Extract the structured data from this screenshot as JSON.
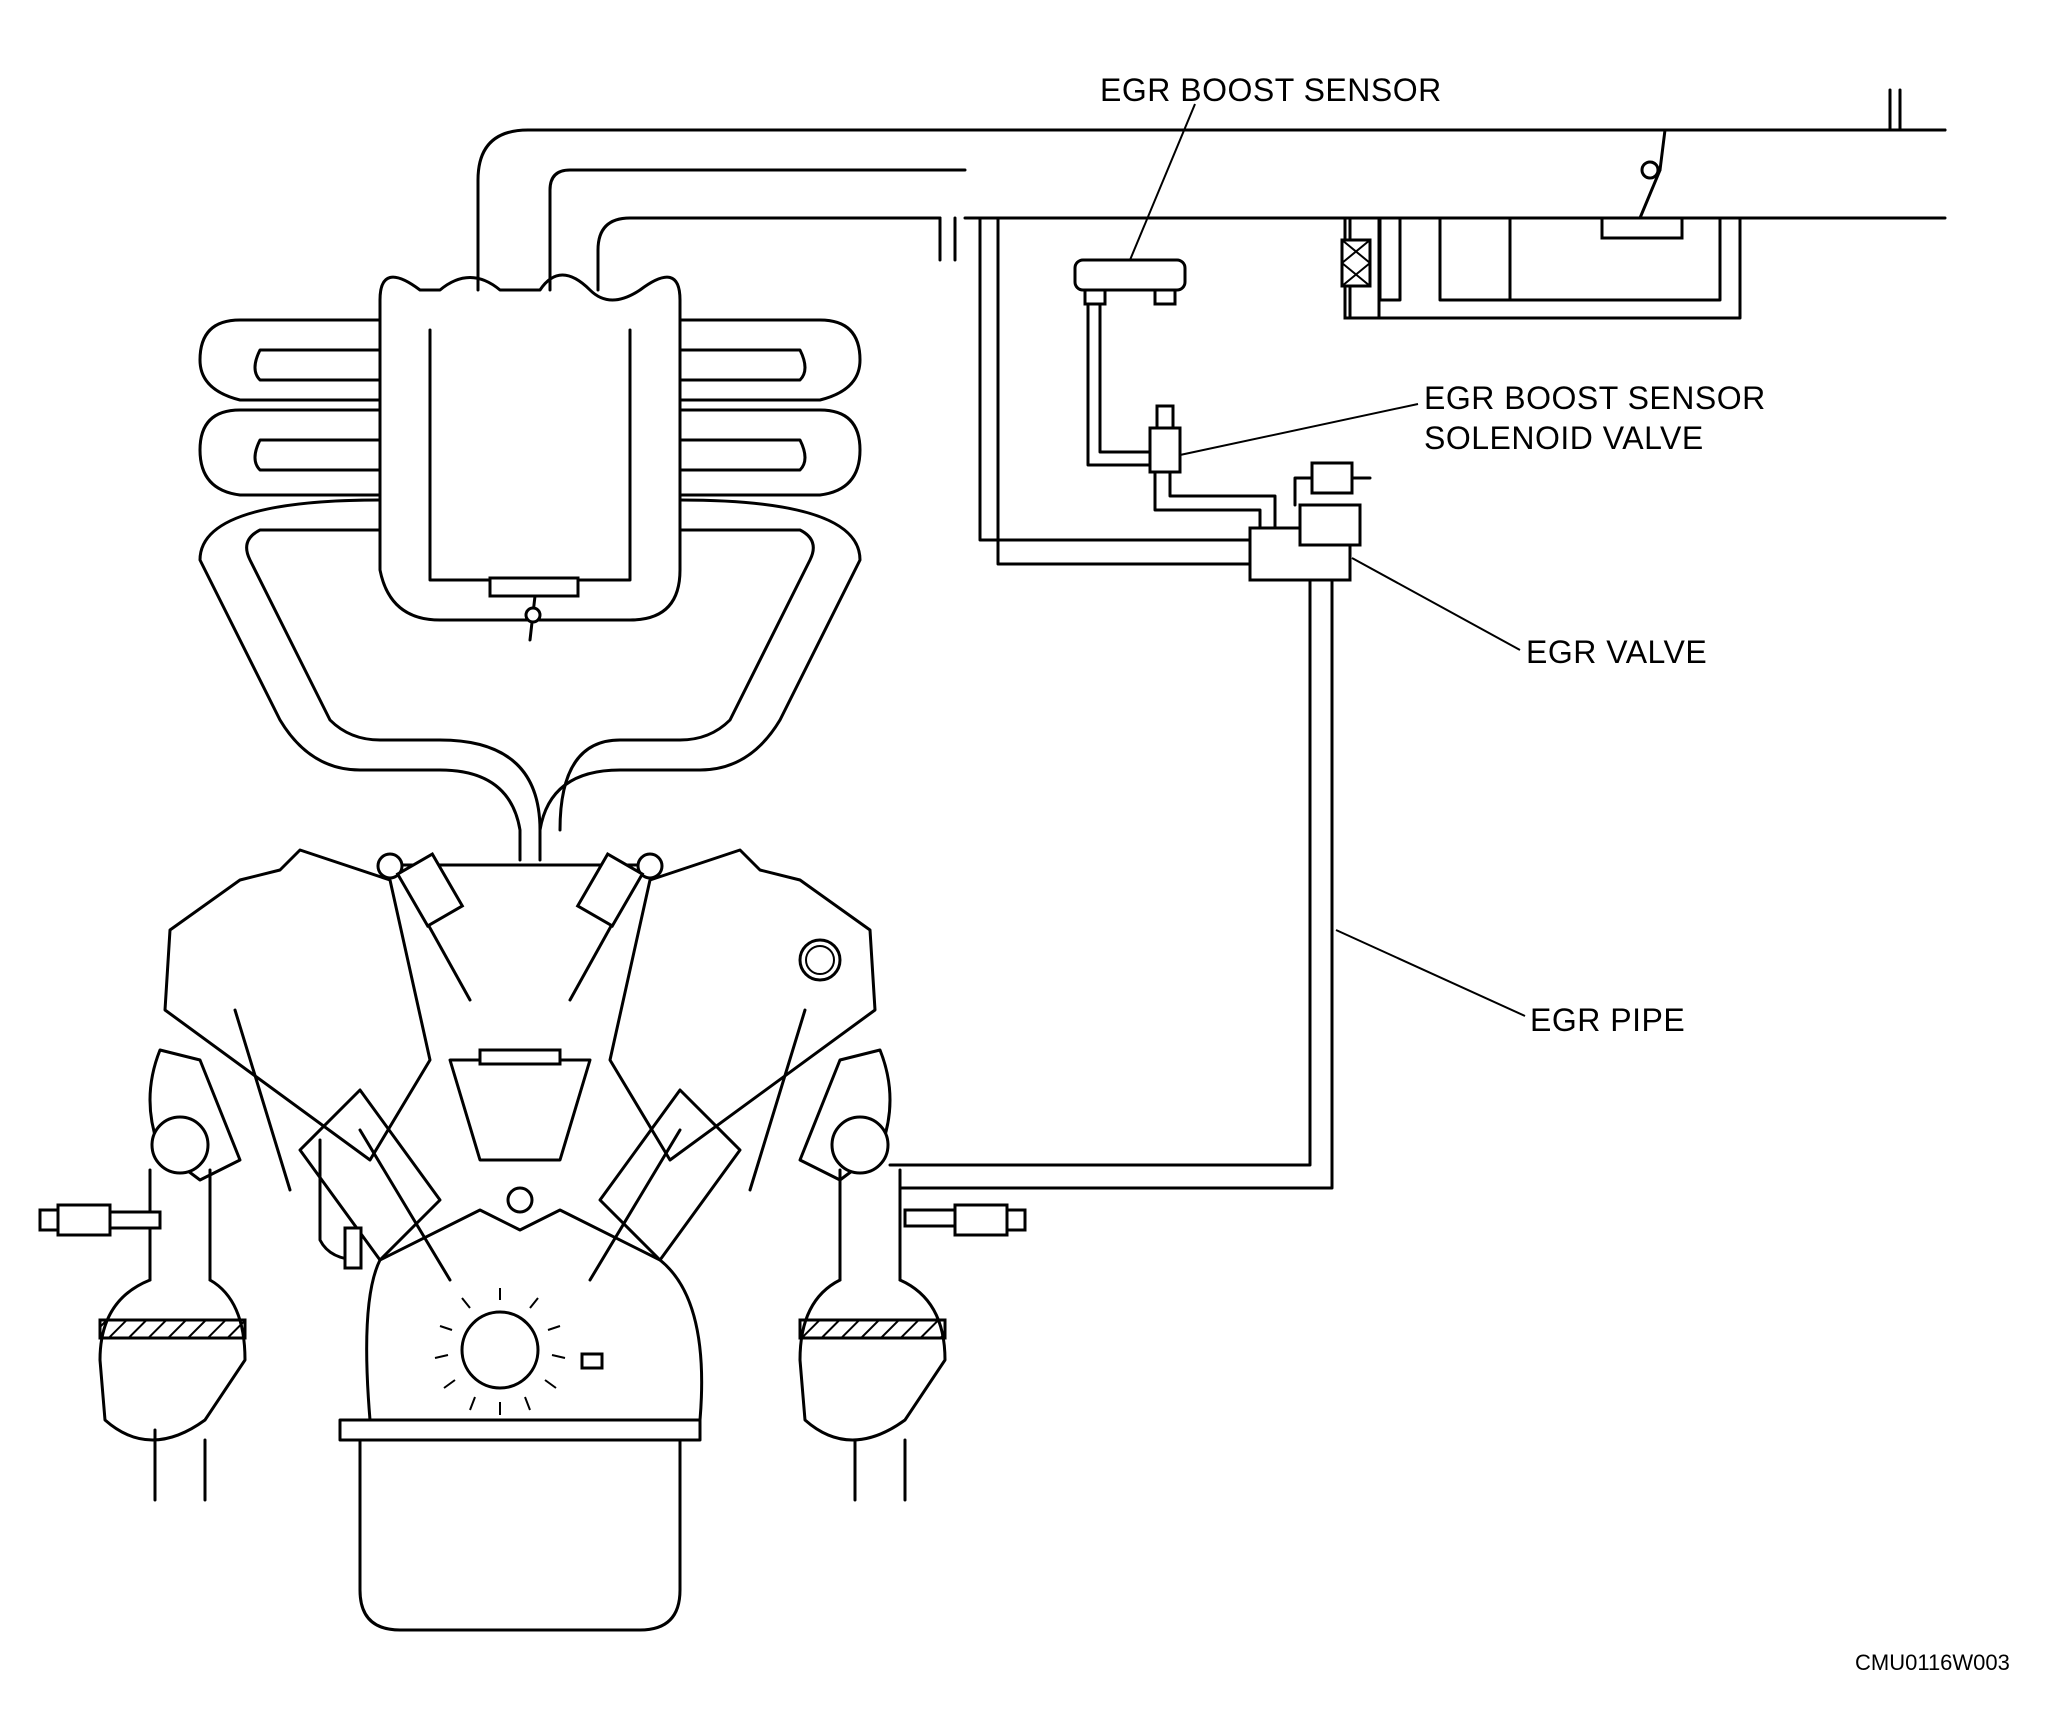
{
  "labels": {
    "egr_boost_sensor": "EGR BOOST SENSOR",
    "solenoid_line1": "EGR BOOST SENSOR",
    "solenoid_line2": "SOLENOID VALVE",
    "egr_valve": "EGR VALVE",
    "egr_pipe": "EGR PIPE"
  },
  "figure_code": "CMU0116W003"
}
